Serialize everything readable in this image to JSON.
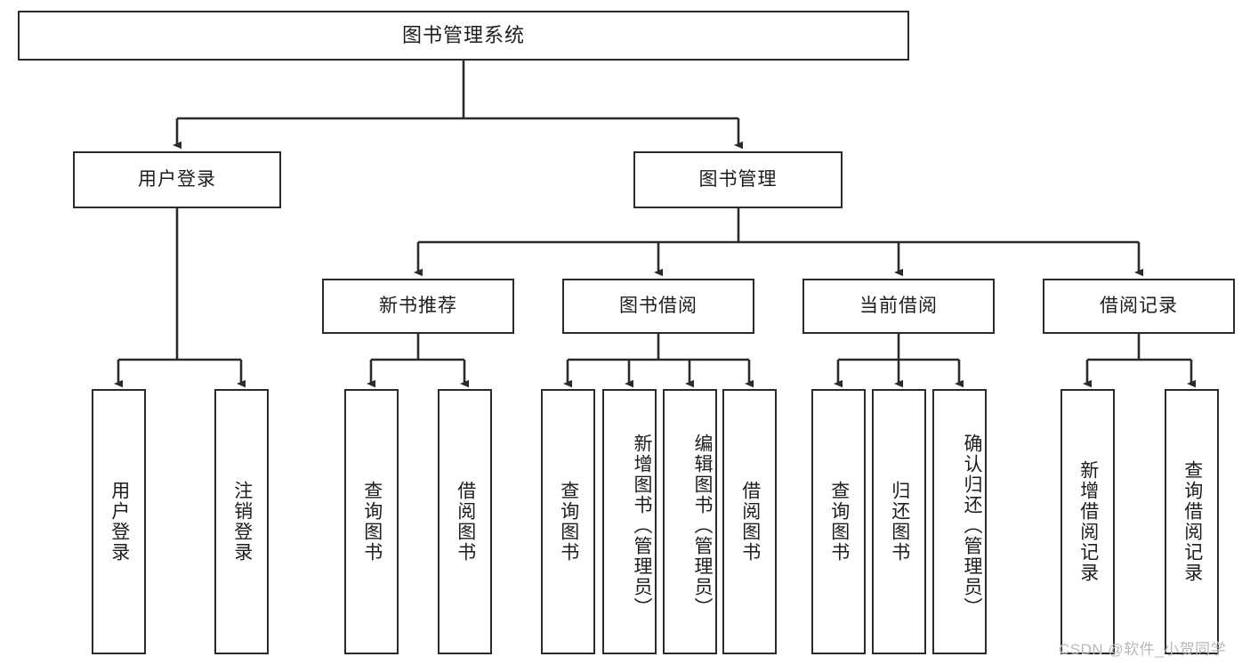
{
  "diagram": {
    "title": "图书管理系统",
    "type": "hierarchy-tree",
    "watermark": "CSDN @软件_小贺同学",
    "colors": {
      "box_border": "#2b2b2b",
      "box_fill": "#ffffff",
      "connector": "#2b2b2b",
      "text": "#1d1d1d",
      "watermark": "#b9b9b9"
    },
    "levels": {
      "root": {
        "label": "图书管理系统"
      },
      "level2": [
        {
          "id": "user-login",
          "label": "用户登录"
        },
        {
          "id": "book-manage",
          "label": "图书管理"
        }
      ],
      "level3": [
        {
          "id": "new-book-recommend",
          "label": "新书推荐",
          "parent": "book-manage"
        },
        {
          "id": "book-borrow",
          "label": "图书借阅",
          "parent": "book-manage"
        },
        {
          "id": "current-borrow",
          "label": "当前借阅",
          "parent": "book-manage"
        },
        {
          "id": "borrow-record",
          "label": "借阅记录",
          "parent": "book-manage"
        }
      ],
      "leaves": [
        {
          "id": "leaf-user-login",
          "label": "用户登录",
          "parent": "user-login"
        },
        {
          "id": "leaf-user-logout",
          "label": "注销登录",
          "parent": "user-login"
        },
        {
          "id": "leaf-query-book-1",
          "label": "查询图书",
          "parent": "new-book-recommend"
        },
        {
          "id": "leaf-borrow-book-1",
          "label": "借阅图书",
          "parent": "new-book-recommend"
        },
        {
          "id": "leaf-query-book-2",
          "label": "查询图书",
          "parent": "book-borrow"
        },
        {
          "id": "leaf-add-book",
          "label": "新增图书（管理员）",
          "parent": "book-borrow"
        },
        {
          "id": "leaf-edit-book",
          "label": "编辑图书（管理员）",
          "parent": "book-borrow"
        },
        {
          "id": "leaf-borrow-book-2",
          "label": "借阅图书",
          "parent": "book-borrow"
        },
        {
          "id": "leaf-query-book-3",
          "label": "查询图书",
          "parent": "current-borrow"
        },
        {
          "id": "leaf-return-book",
          "label": "归还图书",
          "parent": "current-borrow"
        },
        {
          "id": "leaf-confirm-return",
          "label": "确认归还（管理员）",
          "parent": "current-borrow"
        },
        {
          "id": "leaf-add-record",
          "label": "新增借阅记录",
          "parent": "borrow-record"
        },
        {
          "id": "leaf-query-record",
          "label": "查询借阅记录",
          "parent": "borrow-record"
        }
      ]
    }
  }
}
